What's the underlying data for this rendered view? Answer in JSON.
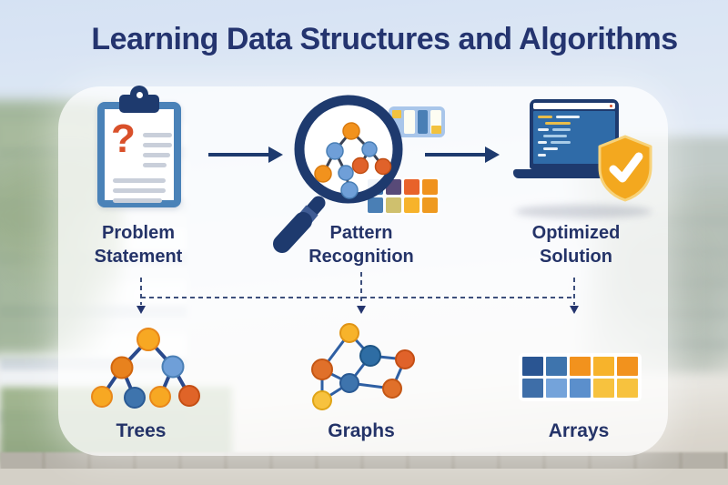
{
  "title": "Learning Data Structures and Algorithms",
  "flow": {
    "steps": [
      {
        "label": "Problem Statement",
        "icon": "clipboard-question-icon"
      },
      {
        "label": "Pattern Recognition",
        "icon": "magnifying-glass-tree-icon"
      },
      {
        "label": "Optimized Solution",
        "icon": "laptop-code-shield-icon"
      }
    ],
    "clipboard_mark": "?"
  },
  "structures": [
    {
      "label": "Trees",
      "icon": "binary-tree-icon"
    },
    {
      "label": "Graphs",
      "icon": "graph-network-icon"
    },
    {
      "label": "Arrays",
      "icon": "array-grid-icon",
      "cells": [
        [
          "#2a5592",
          "#3e74ad",
          "#f2921d",
          "#f7b32b",
          "#f2921d"
        ],
        [
          "#3e6ea8",
          "#74a3da",
          "#5b8fcc",
          "#f7c23e",
          "#f7c23e"
        ]
      ]
    }
  ],
  "pattern_grid": {
    "cells": [
      [
        "#3e74ad",
        "#584a78",
        "#e8622a",
        "#f0921d"
      ],
      [
        "#4a7fb5",
        "#cfc06e",
        "#f7b32b",
        "#ef9a20"
      ]
    ]
  },
  "colors": {
    "navy": "#1e3a6e",
    "title_navy": "#24346f",
    "steel_blue": "#4a82b8",
    "screen_blue": "#2f6ba8",
    "orange": "#f2921d",
    "amber": "#f7b32b",
    "orange_red": "#e0622a",
    "gold_shield": "#f3a81f",
    "question_red": "#d9502a"
  }
}
